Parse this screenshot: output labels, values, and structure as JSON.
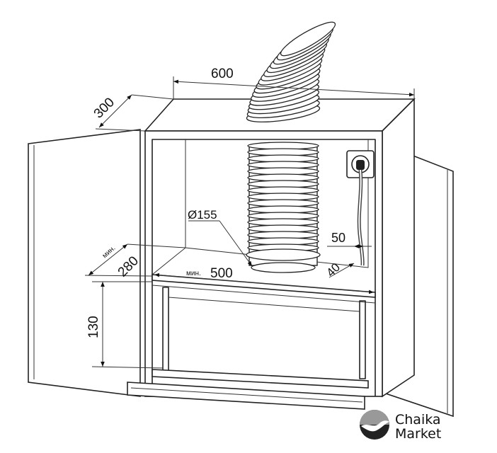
{
  "dimensions": {
    "width": "600",
    "depth": "300",
    "duct_diameter": "Ø155",
    "cable_offset": "50",
    "shelf_gap": "40",
    "min_depth_prefix": "мин.",
    "min_depth": "280",
    "min_width_prefix": "мин.",
    "min_width": "500",
    "height": "130"
  },
  "logo": {
    "line1": "Chaika",
    "line2": "Market"
  }
}
